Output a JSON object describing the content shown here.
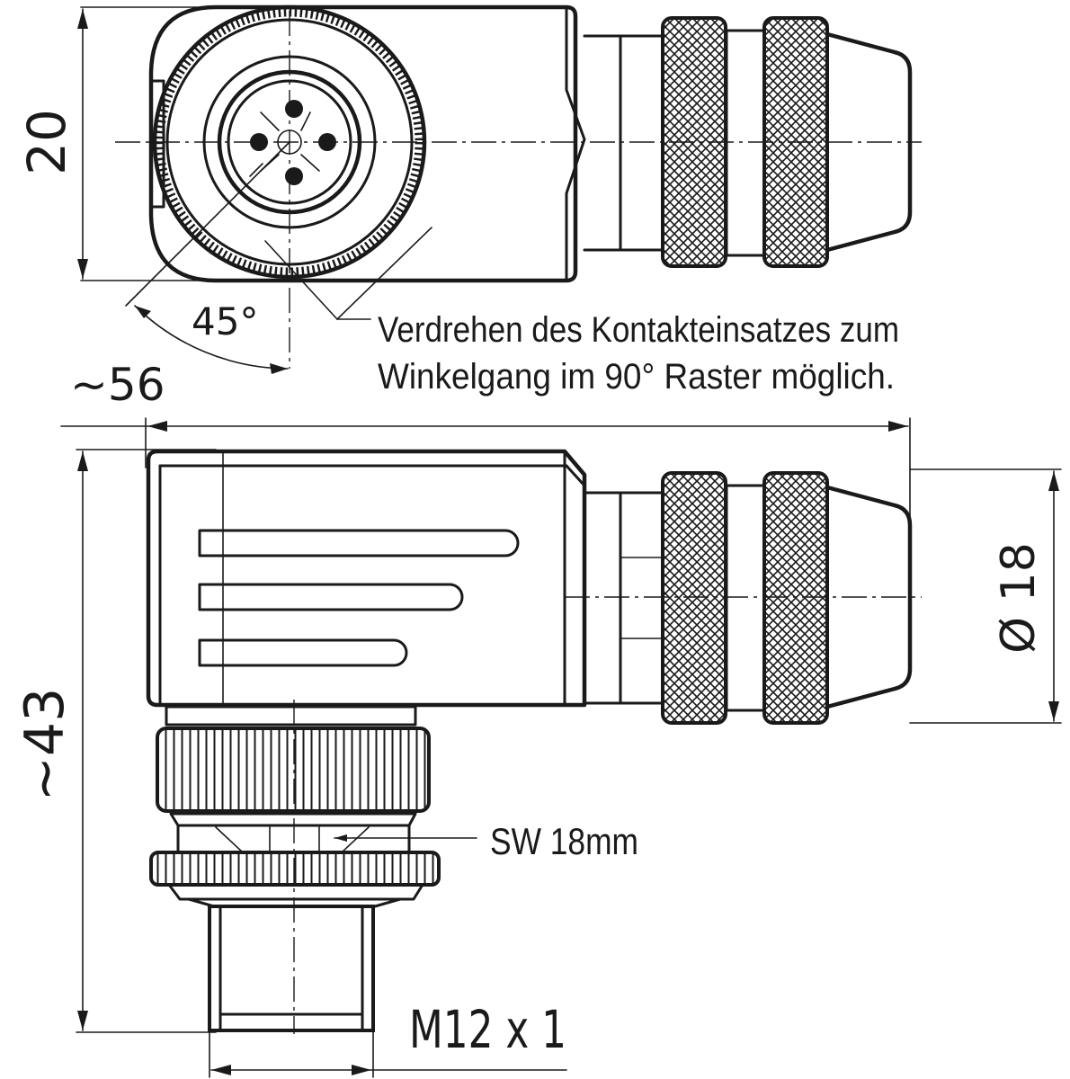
{
  "top_view": {
    "height_dim": "20",
    "angle_dim": "45°",
    "note_line1": "Verdrehen des Kontakteinsatzes zum",
    "note_line2": "Winkelgang im 90° Raster möglich."
  },
  "side_view": {
    "length_dim": "~56",
    "height_dim": "~43",
    "diameter_dim": "Ø 18",
    "wrench_label": "SW 18mm",
    "thread_label": "M12 x 1"
  },
  "colors": {
    "line": "#1a1a1a",
    "background": "#ffffff"
  }
}
